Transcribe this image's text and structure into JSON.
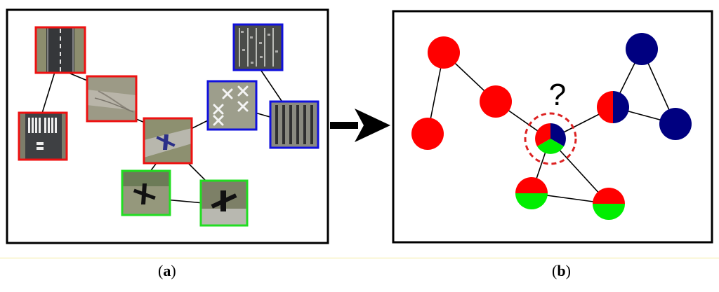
{
  "caption_a": {
    "open": "(",
    "letter": "a",
    "close": ")"
  },
  "caption_b": {
    "open": "(",
    "letter": "b",
    "close": ")"
  },
  "question_mark": "?",
  "colors": {
    "red": "#ff0000",
    "blue": "#000080",
    "green": "#00ee00",
    "frame_red": "#ee1111",
    "frame_blue": "#1111dd",
    "frame_green": "#22dd22",
    "dashed_ring": "#dd2222",
    "line": "#000000"
  },
  "thumbnails": [
    {
      "id": "runway-top",
      "class": "red",
      "content": "runway-strip"
    },
    {
      "id": "taxiway-diagonal",
      "class": "red",
      "content": "taxiway"
    },
    {
      "id": "runway-threshold",
      "class": "red",
      "content": "threshold-markings"
    },
    {
      "id": "plane-on-taxiway",
      "class": "red",
      "content": "airplane"
    },
    {
      "id": "parking-lot-top",
      "class": "blue",
      "content": "parking-lot"
    },
    {
      "id": "parked-planes",
      "class": "blue",
      "content": "parked-planes"
    },
    {
      "id": "parking-lot-right",
      "class": "blue",
      "content": "parking-lot"
    },
    {
      "id": "plane-green-left",
      "class": "green",
      "content": "airplane"
    },
    {
      "id": "plane-green-right",
      "class": "green",
      "content": "airplane"
    }
  ],
  "graph_nodes": [
    {
      "id": "n1",
      "fill": "red"
    },
    {
      "id": "n2",
      "fill": "red"
    },
    {
      "id": "n3",
      "fill": "red"
    },
    {
      "id": "n4",
      "fill": "mixed-red-blue-green",
      "uncertain": true
    },
    {
      "id": "n5",
      "fill": "half-red-half-blue"
    },
    {
      "id": "n6",
      "fill": "blue"
    },
    {
      "id": "n7",
      "fill": "blue"
    },
    {
      "id": "n8",
      "fill": "half-red-half-green"
    },
    {
      "id": "n9",
      "fill": "half-red-half-green"
    }
  ]
}
